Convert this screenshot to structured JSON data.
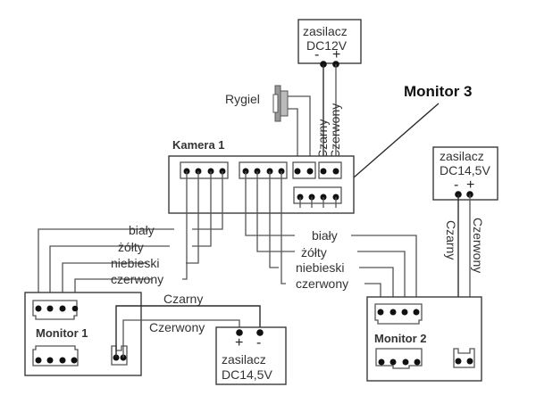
{
  "psu_top": {
    "title": "zasilacz",
    "voltage": "DC12V",
    "minus": "-",
    "plus": "+"
  },
  "psu_right": {
    "title": "zasilacz",
    "voltage": "DC14,5V",
    "minus": "-",
    "plus": "+"
  },
  "psu_bottom": {
    "title": "zasilacz",
    "voltage": "DC14,5V",
    "minus": "-",
    "plus": "+"
  },
  "rygiel": {
    "label": "Rygiel"
  },
  "camera": {
    "label": "Kamera 1"
  },
  "monitor3": {
    "label": "Monitor 3"
  },
  "monitor1": {
    "label": "Monitor 1"
  },
  "monitor2": {
    "label": "Monitor 2"
  },
  "wires": {
    "top_black": "Czarny",
    "top_red": "Czerwony",
    "right_black": "Czarny",
    "right_red": "Czerwony",
    "bottom_black": "Czarny",
    "bottom_red": "Czerwony"
  },
  "left_bus": [
    "biały",
    "żółty",
    "niebieski",
    "czerwony"
  ],
  "right_bus": [
    "biały",
    "żółty",
    "niebieski",
    "czerwony"
  ]
}
